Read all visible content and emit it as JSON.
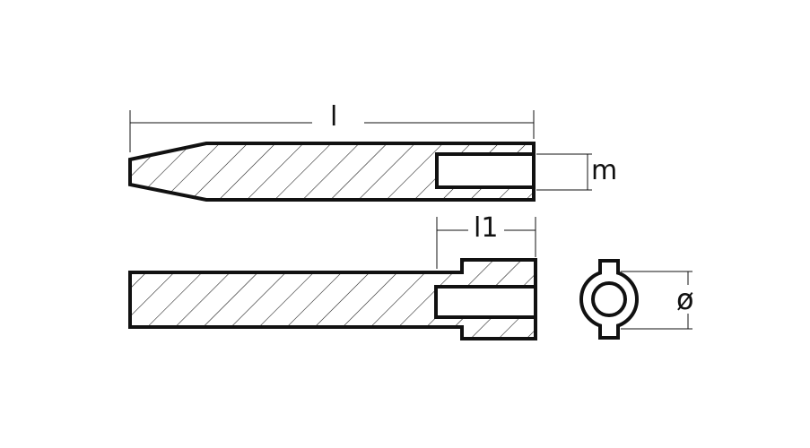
{
  "labels": {
    "length": "l",
    "bore_depth": "m",
    "step_length": "l1",
    "diameter": "ø"
  },
  "colors": {
    "stroke": "#111111",
    "hatch": "#111111",
    "background": "#ffffff"
  }
}
